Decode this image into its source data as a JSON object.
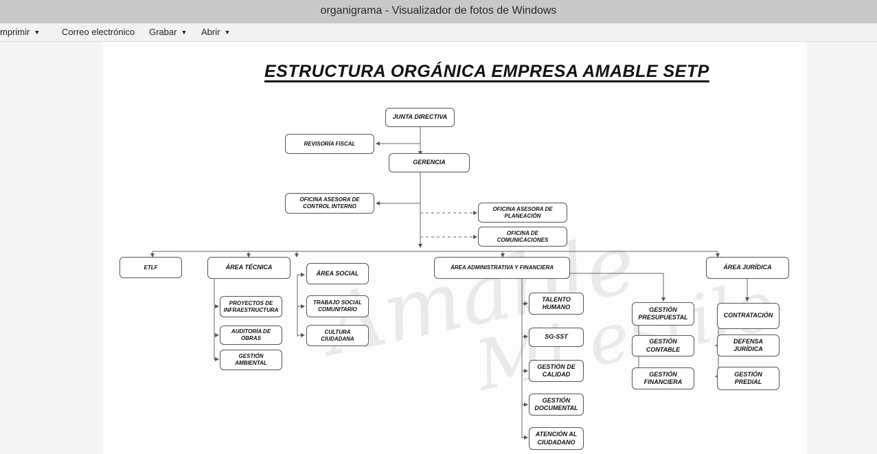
{
  "window": {
    "title": "organigrama - Visualizador de fotos de Windows"
  },
  "menu": [
    {
      "label": "mprimir",
      "has_dropdown": true
    },
    {
      "label": "Correo electrónico",
      "has_dropdown": false
    },
    {
      "label": "Grabar",
      "has_dropdown": true
    },
    {
      "label": "Abrir",
      "has_dropdown": true
    }
  ],
  "document": {
    "title": "ESTRUCTURA ORGÁNICA EMPRESA AMABLE SETP"
  },
  "watermark": {
    "line1": "Amable",
    "line2": "Mi estilo"
  },
  "org": {
    "junta": "JUNTA DIRECTIVA",
    "revisoria": "REVISORÍA FISCAL",
    "gerencia": "GERENCIA",
    "control_interno": "OFICINA ASESORA DE\nCONTROL INTERNO",
    "planeacion": "OFICINA ASESORA DE\nPLANEACIÓN",
    "comunicaciones": "OFICINA DE\nCOMUNICACIONES",
    "etlf": "ETLF",
    "area_tecnica": "ÁREA TÉCNICA",
    "proyectos": "PROYECTOS DE\nINFRAESTRUCTURA",
    "auditoria": "AUDITORÍA DE\nOBRAS",
    "gestion_ambiental": "GESTIÓN\nAMBIENTAL",
    "area_social": "ÁREA SOCIAL",
    "trabajo_social": "TRABAJO SOCIAL\nCOMUNITARIO",
    "cultura": "CULTURA\nCIUDADANA",
    "area_admin": "ÁREA ADMINISTRATIVA Y FINANCIERA",
    "talento": "TALENTO\nHUMANO",
    "sgsst": "SG-SST",
    "calidad": "GESTIÓN DE\nCALIDAD",
    "documental": "GESTIÓN\nDOCUMENTAL",
    "atencion": "ATENCIÓN AL\nCIUDADANO",
    "presupuestal": "GESTIÓN\nPRESUPUESTAL",
    "contable": "GESTIÓN\nCONTABLE",
    "financiera": "GESTIÓN\nFINANCIERA",
    "area_juridica": "ÁREA JURÍDICA",
    "contratacion": "CONTRATACIÓN",
    "defensa": "DEFENSA\nJURÍDICA",
    "predial": "GESTIÓN\nPREDIAL"
  }
}
